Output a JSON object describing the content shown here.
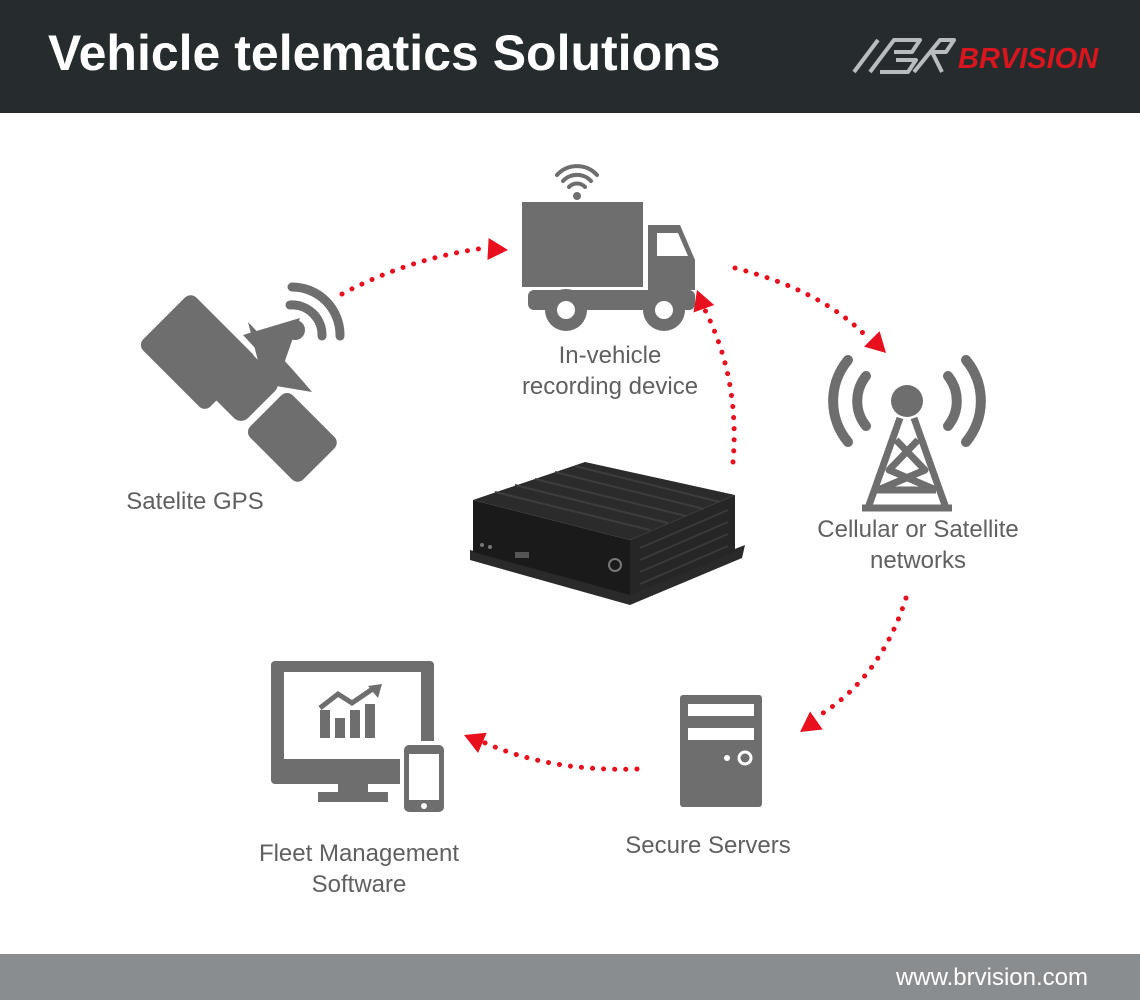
{
  "header": {
    "title": "Vehicle telematics Solutions",
    "brand_name": "BRVISION",
    "brand_mark": "BR"
  },
  "nodes": {
    "gps": {
      "label": [
        "Satelite GPS"
      ],
      "icon": "satellite-icon"
    },
    "vehicle": {
      "label": [
        "In-vehicle",
        "recording device"
      ],
      "icon": "truck-wifi-icon"
    },
    "network": {
      "label": [
        "Cellular or Satellite",
        "networks"
      ],
      "icon": "cell-tower-icon"
    },
    "servers": {
      "label": [
        "Secure Servers"
      ],
      "icon": "server-icon"
    },
    "fleet": {
      "label": [
        "Fleet Management",
        "Software"
      ],
      "icon": "monitor-phone-icon"
    },
    "dvr": {
      "icon": "mobile-dvr-device-icon"
    }
  },
  "footer": {
    "url": "www.brvision.com"
  },
  "colors": {
    "header_bg": "#262c2e",
    "footer_bg": "#8a8d90",
    "icon_gray": "#6e6e6e",
    "arrow_red": "#e8101e",
    "brand_red": "#d9151e",
    "label_gray": "#606060"
  }
}
